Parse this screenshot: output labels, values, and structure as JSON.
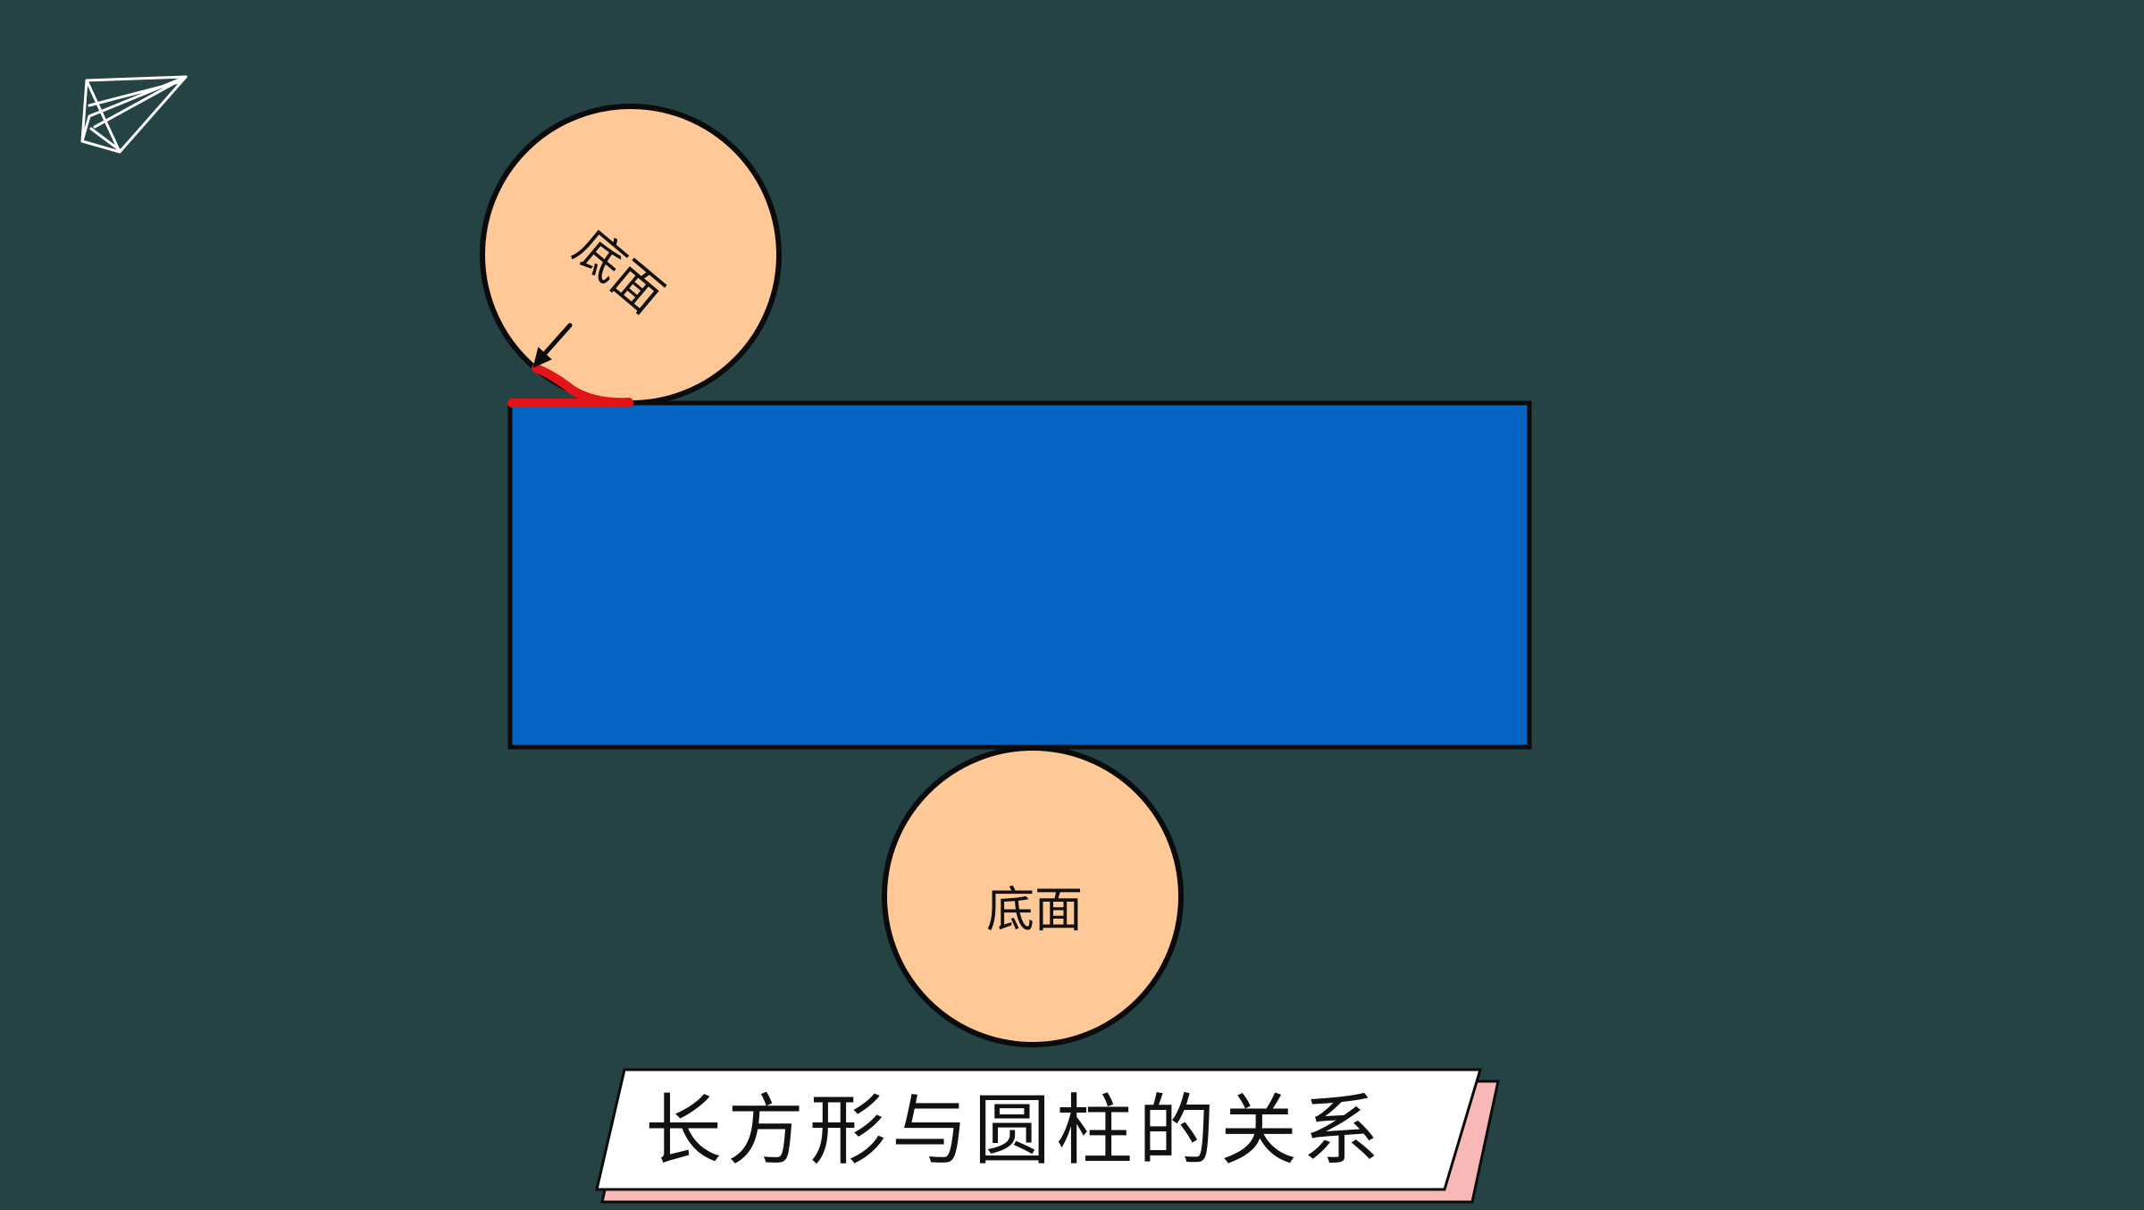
{
  "diagram": {
    "top_circle": {
      "label": "底面",
      "fill": "#fec997"
    },
    "bottom_circle": {
      "label": "底面",
      "fill": "#fec997"
    },
    "rectangle": {
      "fill": "#0664c2"
    },
    "highlight_edge_color": "#e1141a",
    "background_color": "#254244"
  },
  "banner": {
    "title": "长方形与圆柱的关系",
    "fill": "#ffffff",
    "shadow_fill": "#f8b8b8"
  },
  "icons": {
    "corner_icon": "paper-plane-icon"
  }
}
